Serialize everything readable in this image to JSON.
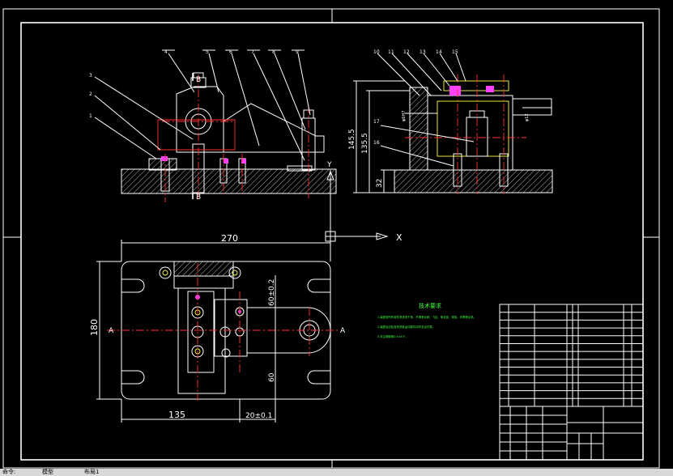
{
  "drawing": {
    "balloons_top": [
      "4",
      "5",
      "6",
      "7",
      "8",
      "9"
    ],
    "balloons_left": [
      "3",
      "2",
      "1"
    ],
    "balloons_side_top": [
      "10",
      "11",
      "12",
      "13",
      "14",
      "15"
    ],
    "balloons_side_mid": [
      "17",
      "16"
    ],
    "section_labels": {
      "b_top": "B",
      "b_bottom": "B",
      "a_left": "A",
      "a_right": "A"
    },
    "dims": {
      "d270": "270",
      "d180": "180",
      "d135": "135",
      "d20": "20±0.1",
      "d60": "60",
      "d60_2": "60±0.2",
      "d145": "145.5",
      "d135_5": "135.5",
      "d32": "32",
      "phi6": "φ6H7",
      "phi12": "φ12"
    },
    "ucs": {
      "y": "Y",
      "x": "X"
    },
    "notes_title": "技术要求",
    "notes": [
      "1.装配前所有零件须清洗干净，不得有毛刺、飞边、氧化皮、锈蚀、切屑等杂质。",
      "2.装配后应检查夹具各运动部件动作灵活可靠。",
      "3.未注明倒角0.5×45°。"
    ]
  },
  "statusbar": {
    "cmd": "命令:",
    "model": "模型",
    "layout": "布局1"
  }
}
